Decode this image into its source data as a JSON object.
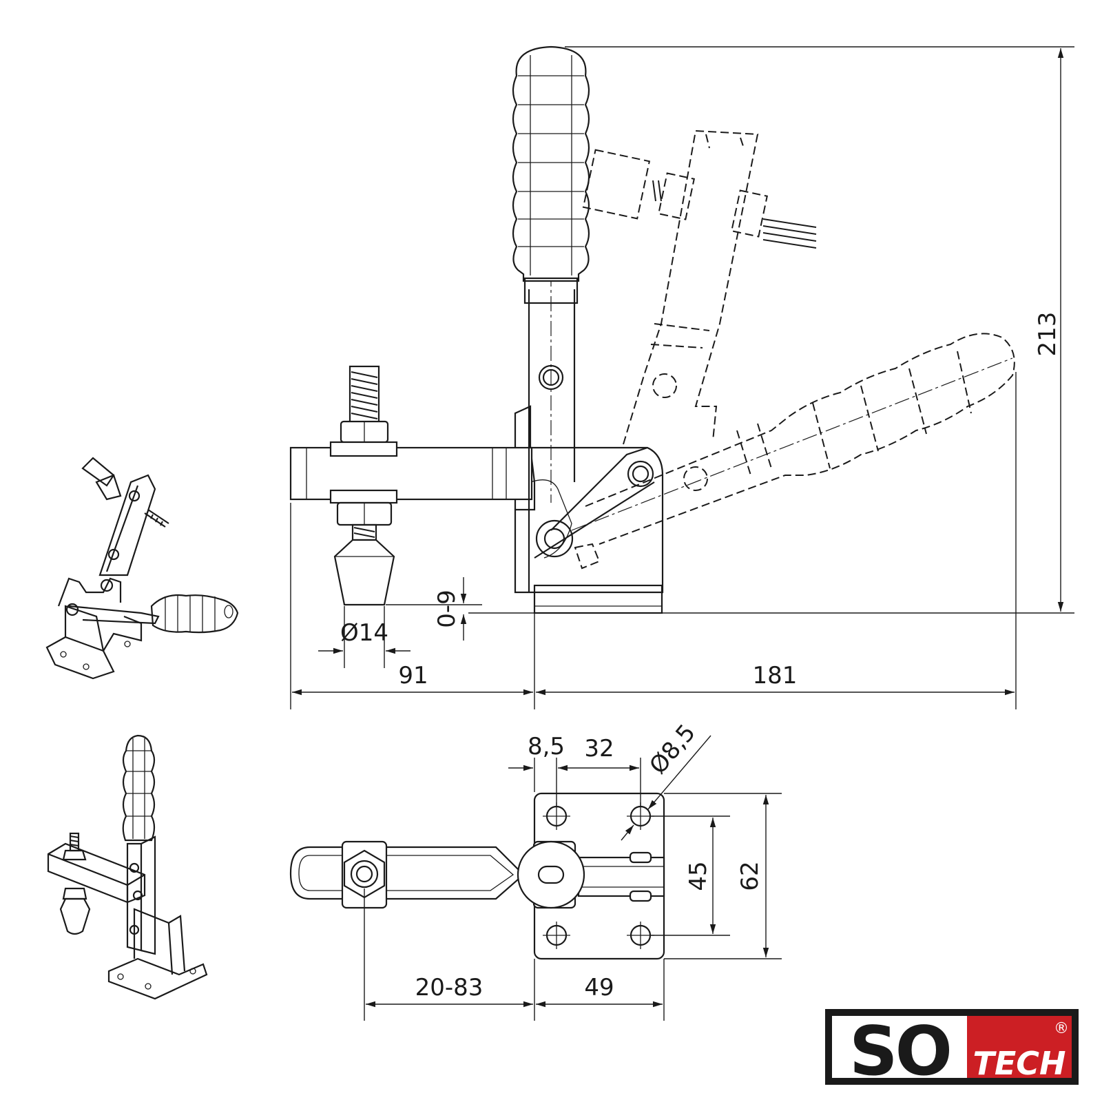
{
  "dimensions": {
    "height_total": "213",
    "clamp_range": "0-9",
    "spindle_diameter": "Ø14",
    "arm_length": "91",
    "overall_length": "181",
    "hole_offset": "8,5",
    "hole_spacing_x": "32",
    "hole_diameter": "Ø8,5",
    "hole_spacing_y": "45",
    "base_width": "62",
    "spindle_adjust": "20-83",
    "base_length": "49"
  },
  "logo": {
    "main": "SO",
    "sub": "TECH",
    "mark": "®"
  },
  "colors": {
    "line": "#1a1a1a",
    "logo_black": "#1a1a1a",
    "logo_red": "#cc1f24",
    "background": "#ffffff"
  }
}
